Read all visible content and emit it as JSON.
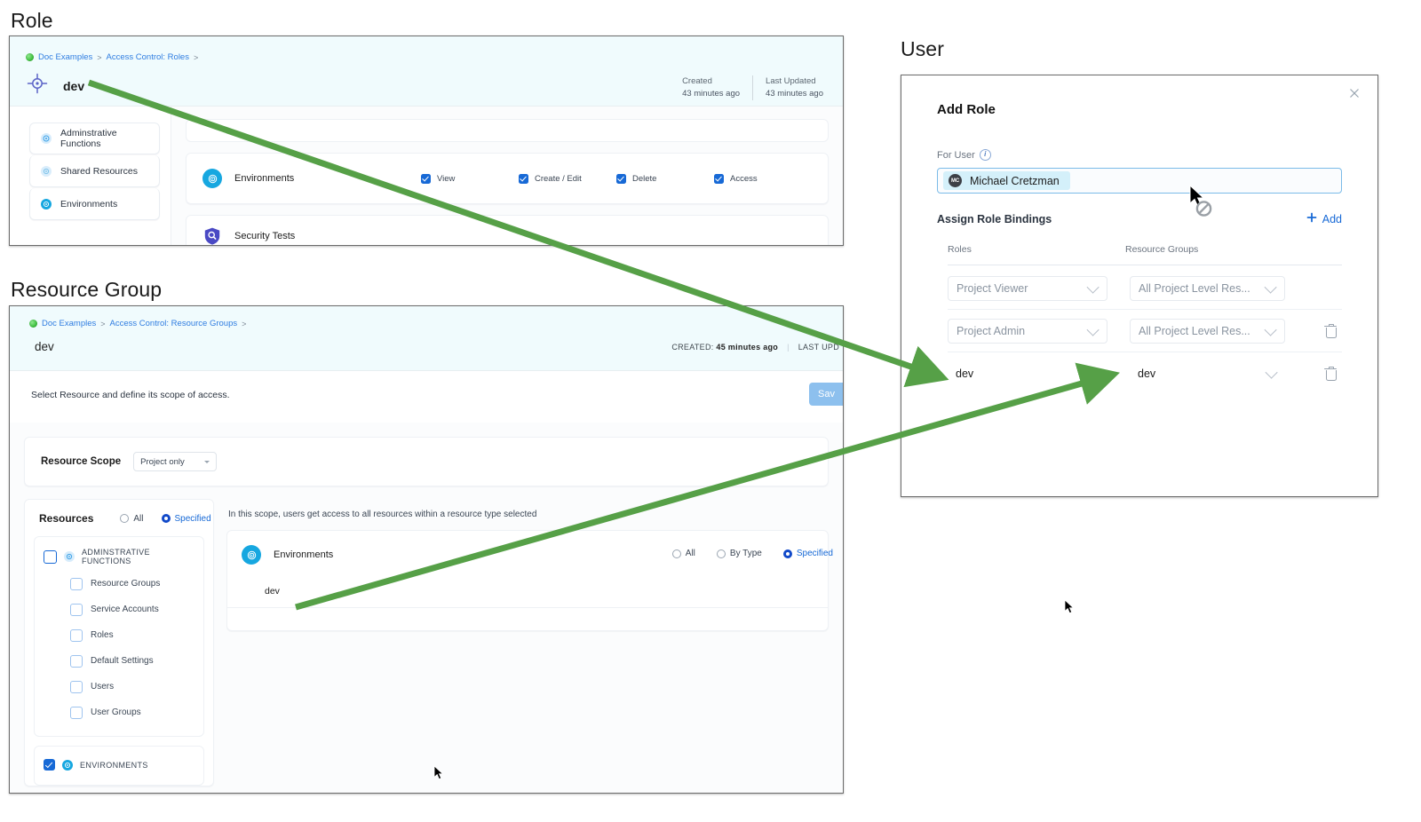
{
  "captions": {
    "role": "Role",
    "resource_group": "Resource Group",
    "user": "User"
  },
  "colors": {
    "accent_blue": "#1769d6",
    "link_blue": "#2f7de1",
    "header_bg": "#f0fbfd",
    "arrow_green": "#56a047",
    "env_icon": "#16a7e0",
    "role_icon": "#5b63c7",
    "shield_purple": "#4a49c4",
    "chip_blue": "#d4f0fa",
    "save_button": "#8dc0ee"
  },
  "role_panel": {
    "breadcrumb": {
      "project": "Doc Examples",
      "separator_1": ">",
      "section": "Access Control: Roles",
      "separator_2": ">"
    },
    "title": "dev",
    "title_icon": "crosshair-icon",
    "meta": [
      {
        "label": "Created",
        "value": "43 minutes ago"
      },
      {
        "label": "Last Updated",
        "value": "43 minutes ago"
      }
    ],
    "sidebar": [
      {
        "label": "Adminstrative Functions",
        "icon": "admin-functions-icon"
      },
      {
        "label": "Shared Resources",
        "icon": "shared-resources-icon"
      },
      {
        "label": "Environments",
        "icon": "environments-icon"
      }
    ],
    "permission_rows": [
      {
        "name": "Environments",
        "icon": "environments-icon",
        "checks": [
          {
            "label": "View",
            "checked": true
          },
          {
            "label": "Create / Edit",
            "checked": true
          },
          {
            "label": "Delete",
            "checked": true
          },
          {
            "label": "Access",
            "checked": true
          }
        ]
      },
      {
        "name": "Security Tests",
        "icon": "security-tests-icon",
        "checks": []
      }
    ]
  },
  "resource_group_panel": {
    "breadcrumb": {
      "project": "Doc Examples",
      "separator_1": ">",
      "section": "Access Control: Resource Groups",
      "separator_2": ">"
    },
    "title": "dev",
    "meta": {
      "created_label": "CREATED:",
      "created_value": "45 minutes ago",
      "updated_label": "LAST UPD"
    },
    "subtitle": "Select Resource and define its scope of access.",
    "save_label": "Sav",
    "scope": {
      "label": "Resource Scope",
      "value": "Project only"
    },
    "resources": {
      "title": "Resources",
      "options": [
        {
          "label": "All",
          "selected": false
        },
        {
          "label": "Specified",
          "selected": true
        }
      ],
      "groups": [
        {
          "label": "ADMINSTRATIVE FUNCTIONS",
          "checked": false,
          "icon": "admin-functions-icon",
          "items": [
            {
              "label": "Resource Groups",
              "checked": false
            },
            {
              "label": "Service Accounts",
              "checked": false
            },
            {
              "label": "Roles",
              "checked": false
            },
            {
              "label": "Default Settings",
              "checked": false
            },
            {
              "label": "Users",
              "checked": false
            },
            {
              "label": "User Groups",
              "checked": false
            }
          ]
        },
        {
          "label": "ENVIRONMENTS",
          "checked": true,
          "icon": "environments-icon",
          "items": []
        }
      ]
    },
    "scope_note": "In this scope, users get access to all resources within a resource type selected",
    "env_card": {
      "name": "Environments",
      "icon": "environments-icon",
      "options": [
        {
          "label": "All",
          "selected": false
        },
        {
          "label": "By Type",
          "selected": false
        },
        {
          "label": "Specified",
          "selected": true
        }
      ],
      "selected_resource": "dev"
    }
  },
  "user_panel": {
    "dialog_title": "Add Role",
    "close_icon": "close-icon",
    "for_user_label": "For User",
    "info_icon": "info-icon",
    "user": {
      "name": "Michael Cretzman",
      "initials": "MC"
    },
    "bindings_label": "Assign Role Bindings",
    "add_label": "Add",
    "columns": {
      "roles": "Roles",
      "resource_groups": "Resource Groups"
    },
    "rows": [
      {
        "role": "Project Viewer",
        "resource_group": "All Project Level Res...",
        "ghost": true,
        "delete": false
      },
      {
        "role": "Project Admin",
        "resource_group": "All Project Level Res...",
        "ghost": true,
        "delete": true
      },
      {
        "role": "dev",
        "resource_group": "dev",
        "ghost": false,
        "delete": true
      }
    ]
  }
}
